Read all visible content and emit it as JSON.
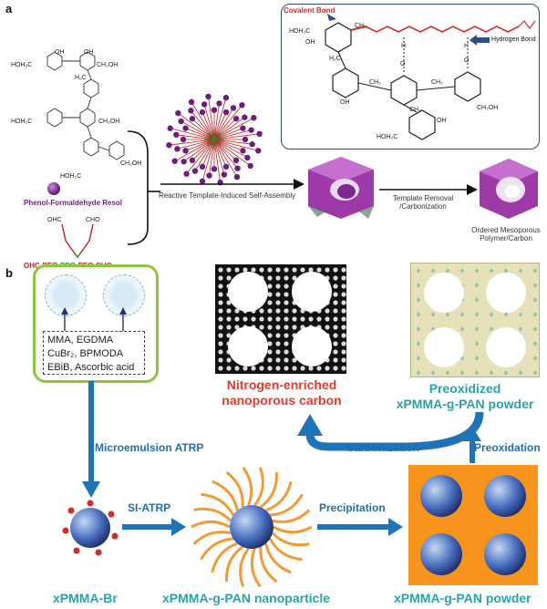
{
  "panel_a": {
    "label": "a",
    "inset_labels": {
      "covalent_bond": "Covalent Bond",
      "hydrogen_bond": "Hydrogen Bond"
    },
    "resol_label": "Phenol-Formaldehyde Resol",
    "template_label_parts": [
      "OHC-PEO-",
      "PPO",
      "-PEO-CHO"
    ],
    "assembly_label": "Reactive Template-Induced Self-Assembly",
    "removal_label_line1": "Template Removal",
    "removal_label_line2": "/Carbonization",
    "product_label_line1": "Ordered Mesoporous",
    "product_label_line2": "Polymer/Carbon",
    "chem_labels": {
      "hoh2c": "HOH₂C",
      "oh": "OH",
      "ch2oh": "CH₂OH",
      "h2c": "H₂C",
      "ch2": "CH₂",
      "ohc": "OHC",
      "cho": "CHO",
      "h": "H",
      "o": "O"
    }
  },
  "panel_b": {
    "label": "b",
    "reagents": [
      "MMA, EGDMA",
      "CuBr₂, BPMODA",
      "EBiB, Ascorbic acid"
    ],
    "carbon_label_line1": "Nitrogen-enriched",
    "carbon_label_line2": "nanoporous carbon",
    "preoxidized_line1": "Preoxidized",
    "preoxidized_line2": "xPMMA-g-PAN powder",
    "step_microemulsion": "Microemulsion ATRP",
    "step_carbonization": "Carbonization",
    "step_preoxidation": "Preoxidation",
    "step_si_atrp": "SI-ATRP",
    "step_precipitation": "Precipitation",
    "bottom_pmma_br": "xPMMA-Br",
    "bottom_nanoparticle": "xPMMA-g-PAN nanoparticle",
    "bottom_powder": "xPMMA-g-PAN powder"
  },
  "colors": {
    "arrow_blue": "#1f74b8",
    "green_frame": "#8cc63f",
    "orange": "#f7941d",
    "cream": "#e6e1b9",
    "teal_text": "#2aa3a8",
    "red_text": "#e23b2e",
    "purple": "#6b1f7a"
  }
}
